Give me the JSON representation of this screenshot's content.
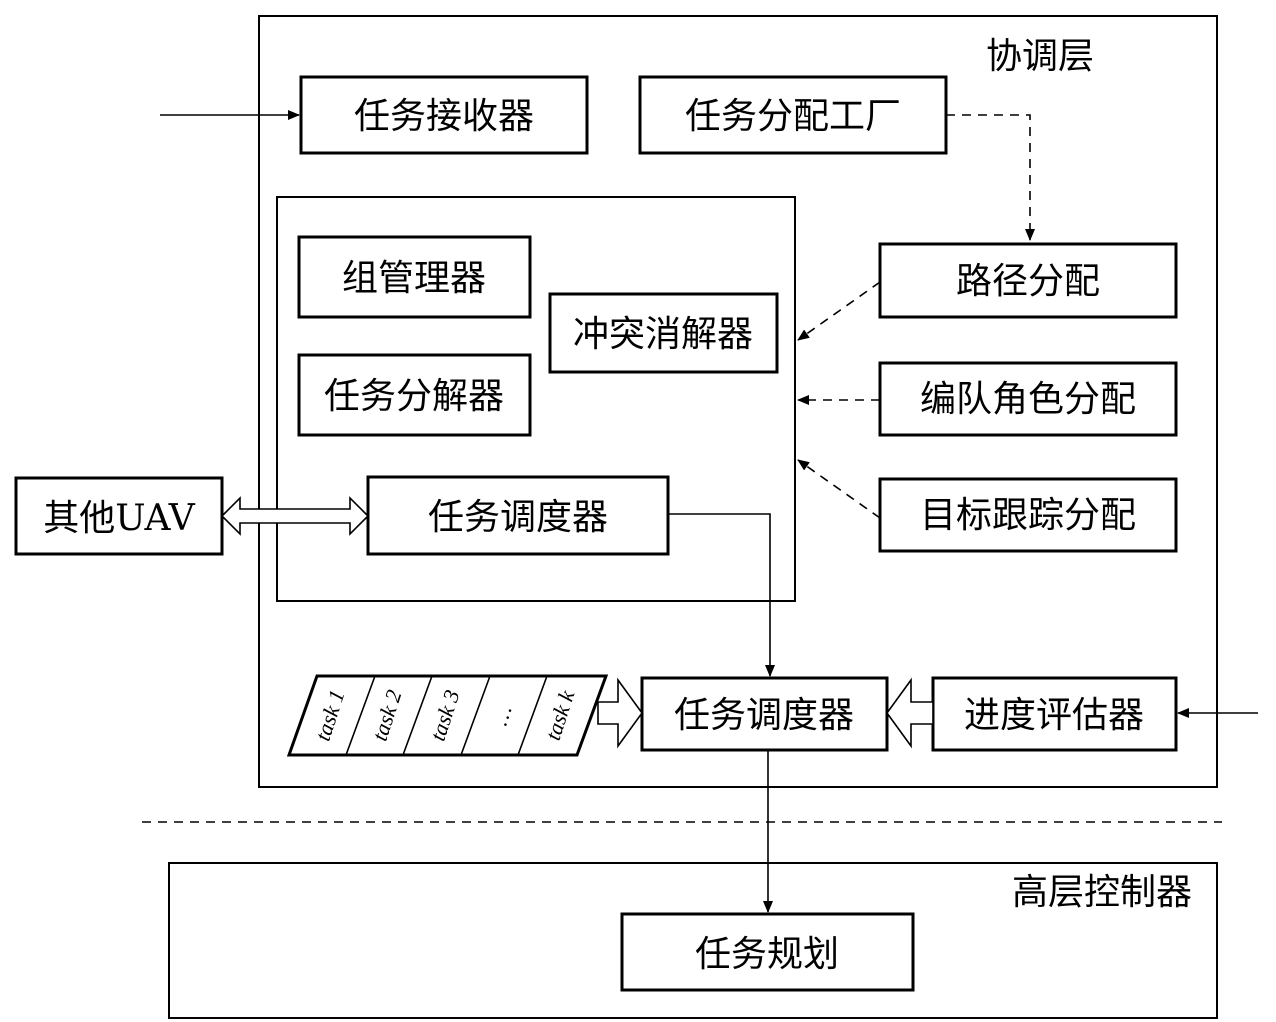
{
  "layers": {
    "coordination": "协调层",
    "high_level": "高层控制器"
  },
  "nodes": {
    "task_receiver": "任务接收器",
    "task_factory": "任务分配工厂",
    "group_manager": "组管理器",
    "conflict_resolver": "冲突消解器",
    "task_decomposer": "任务分解器",
    "task_scheduler_inner": "任务调度器",
    "path_alloc": "路径分配",
    "formation_alloc": "编队角色分配",
    "target_alloc": "目标跟踪分配",
    "other_uav": "其他UAV",
    "task_scheduler_main": "任务调度器",
    "progress_eval": "进度评估器",
    "task_planning": "任务规划"
  },
  "task_queue": [
    "task 1",
    "task 2",
    "task 3",
    "…",
    "task k"
  ]
}
